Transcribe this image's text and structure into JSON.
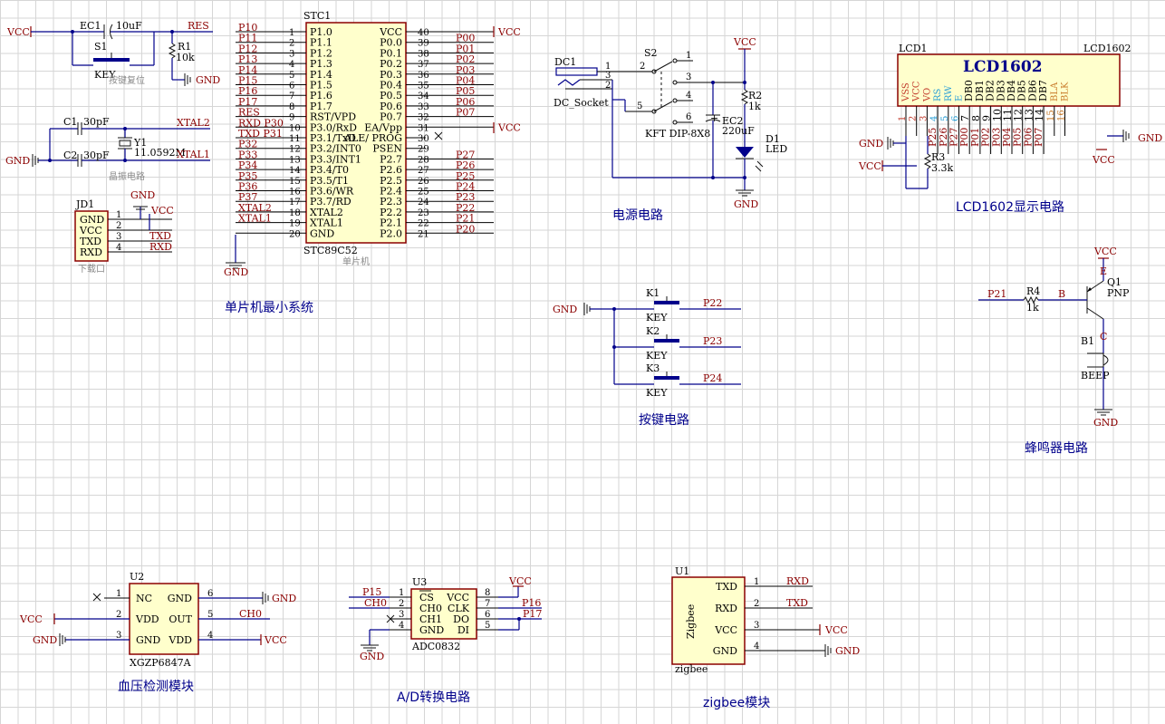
{
  "sections": {
    "mcu": "单片机最小系统",
    "power": "电源电路",
    "lcd": "LCD1602显示电路",
    "keys": "按键电路",
    "buzzer": "蜂鸣器电路",
    "bp": "血压检测模块",
    "adc": "A/D转换电路",
    "zigbee": "zigbee模块"
  },
  "reset": {
    "cap": "EC1",
    "cap_val": "10uF",
    "sw": "S1",
    "sw_val": "KEY",
    "res": "R1",
    "res_val": "10k",
    "net": "RES",
    "vcc": "VCC",
    "gnd": "GND",
    "comment": "按键复位"
  },
  "osc": {
    "c1": "C1",
    "c1_val": "30pF",
    "c2": "C2",
    "c2_val": "30pF",
    "y": "Y1",
    "y_val": "11.0592M",
    "net1": "XTAL2",
    "net2": "XTAL1",
    "gnd": "GND",
    "comment": "晶振电路"
  },
  "jd1": {
    "des": "JD1",
    "pins": [
      "GND",
      "VCC",
      "TXD",
      "RXD"
    ],
    "nets": [
      "GND",
      "VCC",
      "TXD",
      "RXD"
    ],
    "comment": "下载口"
  },
  "mcu": {
    "des": "STC1",
    "part": "STC89C52",
    "comment": "单片机",
    "left": [
      {
        "num": "1",
        "name": "P1.0",
        "net": "P10"
      },
      {
        "num": "2",
        "name": "P1.1",
        "net": "P11"
      },
      {
        "num": "3",
        "name": "P1.2",
        "net": "P12"
      },
      {
        "num": "4",
        "name": "P1.3",
        "net": "P13"
      },
      {
        "num": "5",
        "name": "P1.4",
        "net": "P14"
      },
      {
        "num": "6",
        "name": "P1.5",
        "net": "P15"
      },
      {
        "num": "7",
        "name": "P1.6",
        "net": "P16"
      },
      {
        "num": "8",
        "name": "P1.7",
        "net": "P17"
      },
      {
        "num": "9",
        "name": "RST/VPD",
        "net": "RES"
      },
      {
        "num": "10",
        "name": "P3.0/RxD",
        "net": "RXD P30"
      },
      {
        "num": "11",
        "name": "P3.1/TxD",
        "net": "TXD P31"
      },
      {
        "num": "12",
        "name": "P3.2/INT0",
        "net": "P32"
      },
      {
        "num": "13",
        "name": "P3.3/INT1",
        "net": "P33"
      },
      {
        "num": "14",
        "name": "P3.4/T0",
        "net": "P34"
      },
      {
        "num": "15",
        "name": "P3.5/T1",
        "net": "P35"
      },
      {
        "num": "16",
        "name": "P3.6/WR",
        "net": "P36"
      },
      {
        "num": "17",
        "name": "P3.7/RD",
        "net": "P37"
      },
      {
        "num": "18",
        "name": "XTAL2",
        "net": "XTAL2"
      },
      {
        "num": "19",
        "name": "XTAL1",
        "net": "XTAL1"
      },
      {
        "num": "20",
        "name": "GND",
        "net": ""
      }
    ],
    "right": [
      {
        "num": "40",
        "name": "VCC",
        "net": "VCC"
      },
      {
        "num": "39",
        "name": "P0.0",
        "net": "P00"
      },
      {
        "num": "38",
        "name": "P0.1",
        "net": "P01"
      },
      {
        "num": "37",
        "name": "P0.2",
        "net": "P02"
      },
      {
        "num": "36",
        "name": "P0.3",
        "net": "P03"
      },
      {
        "num": "35",
        "name": "P0.4",
        "net": "P04"
      },
      {
        "num": "34",
        "name": "P0.5",
        "net": "P05"
      },
      {
        "num": "33",
        "name": "P0.6",
        "net": "P06"
      },
      {
        "num": "32",
        "name": "P0.7",
        "net": "P07"
      },
      {
        "num": "31",
        "name": "EA/Vpp",
        "net": "VCC"
      },
      {
        "num": "30",
        "name": "ALE/ PROG",
        "net": ""
      },
      {
        "num": "29",
        "name": "PSEN",
        "net": ""
      },
      {
        "num": "28",
        "name": "P2.7",
        "net": "P27"
      },
      {
        "num": "27",
        "name": "P2.6",
        "net": "P26"
      },
      {
        "num": "26",
        "name": "P2.5",
        "net": "P25"
      },
      {
        "num": "25",
        "name": "P2.4",
        "net": "P24"
      },
      {
        "num": "24",
        "name": "P2.3",
        "net": "P23"
      },
      {
        "num": "23",
        "name": "P2.2",
        "net": "P22"
      },
      {
        "num": "22",
        "name": "P2.1",
        "net": "P21"
      },
      {
        "num": "21",
        "name": "P2.0",
        "net": "P20"
      }
    ],
    "gnd": "GND"
  },
  "power": {
    "dc": "DC1",
    "dc_part": "DC_Socket",
    "sw": "S2",
    "sw_part": "KFT DIP-8X8",
    "ec": "EC2",
    "ec_val": "220uF",
    "r": "R2",
    "r_val": "1k",
    "d": "D1",
    "d_val": "LED",
    "vcc": "VCC",
    "gnd": "GND",
    "pins": [
      "1",
      "2",
      "3",
      "2",
      "1",
      "3",
      "4",
      "5",
      "6"
    ]
  },
  "lcd": {
    "des": "LCD1",
    "part": "LCD1602",
    "title": "LCD1602",
    "pins": [
      "VSS",
      "VCC",
      "VO",
      "RS",
      "RW",
      "E",
      "DB0",
      "DB1",
      "DB2",
      "DB3",
      "DB4",
      "DB5",
      "DB6",
      "DB7",
      "BLA",
      "BLK"
    ],
    "nets": [
      "P25",
      "P26",
      "P27",
      "P00",
      "P01",
      "P02",
      "P03",
      "P04",
      "P05",
      "P06",
      "P07"
    ],
    "r": "R3",
    "r_val": "3.3k",
    "gnd": "GND",
    "vcc": "VCC"
  },
  "keys": {
    "gnd": "GND",
    "items": [
      {
        "des": "K1",
        "val": "KEY",
        "net": "P22"
      },
      {
        "des": "K2",
        "val": "KEY",
        "net": "P23"
      },
      {
        "des": "K3",
        "val": "KEY",
        "net": "P24"
      }
    ]
  },
  "buzzer": {
    "net": "P21",
    "r": "R4",
    "r_val": "1k",
    "q": "Q1",
    "q_val": "PNP",
    "b": "B1",
    "b_val": "BEEP",
    "vcc": "VCC",
    "gnd": "GND",
    "e": "E",
    "base": "B",
    "c": "C"
  },
  "u2": {
    "des": "U2",
    "part": "XGZP6847A",
    "pins_l": [
      {
        "num": "1",
        "name": "NC"
      },
      {
        "num": "2",
        "name": "VDD"
      },
      {
        "num": "3",
        "name": "GND"
      }
    ],
    "pins_r": [
      {
        "num": "6",
        "name": "GND"
      },
      {
        "num": "5",
        "name": "OUT"
      },
      {
        "num": "4",
        "name": "VDD"
      }
    ],
    "nets": {
      "vcc_l": "VCC",
      "gnd_l": "GND",
      "gnd_r": "GND",
      "out": "CH0",
      "vcc_r": "VCC"
    }
  },
  "u3": {
    "des": "U3",
    "part": "ADC0832",
    "pins_l": [
      {
        "num": "1",
        "name": "CS"
      },
      {
        "num": "2",
        "name": "CH0"
      },
      {
        "num": "3",
        "name": "CH1"
      },
      {
        "num": "4",
        "name": "GND"
      }
    ],
    "pins_r": [
      {
        "num": "8",
        "name": "VCC"
      },
      {
        "num": "7",
        "name": "CLK"
      },
      {
        "num": "6",
        "name": "DO"
      },
      {
        "num": "5",
        "name": "DI"
      }
    ],
    "nets": {
      "cs": "P15",
      "ch0": "CH0",
      "vcc": "VCC",
      "clk": "P16",
      "dio": "P17",
      "gnd": "GND"
    }
  },
  "u1": {
    "des": "U1",
    "part": "zigbee",
    "inner": "Zigbee",
    "pins": [
      {
        "num": "1",
        "name": "TXD",
        "net": "RXD"
      },
      {
        "num": "2",
        "name": "RXD",
        "net": "TXD"
      },
      {
        "num": "3",
        "name": "VCC",
        "net": "VCC"
      },
      {
        "num": "4",
        "name": "GND",
        "net": "GND"
      }
    ]
  }
}
